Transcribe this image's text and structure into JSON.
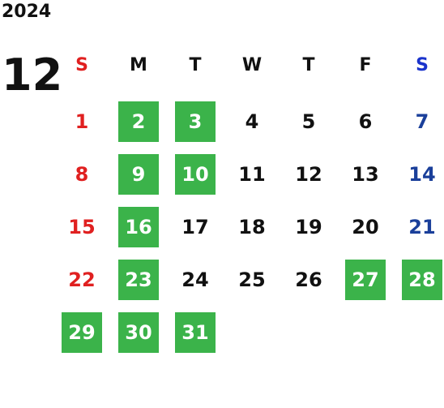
{
  "calendar": {
    "year": "2024",
    "month": "12",
    "weekdays": [
      "S",
      "M",
      "T",
      "W",
      "T",
      "F",
      "S"
    ],
    "first_weekday_index": 0,
    "days_in_month": 31,
    "highlighted_days": [
      2,
      3,
      9,
      10,
      16,
      23,
      27,
      28,
      29,
      30,
      31
    ],
    "colors": {
      "sunday": "#e02020",
      "saturday_number": "#1a3f9a",
      "saturday_header": "#1a33cc",
      "weekday": "#111111",
      "highlight_bg": "#3bb34a",
      "highlight_text": "#ffffff"
    }
  }
}
